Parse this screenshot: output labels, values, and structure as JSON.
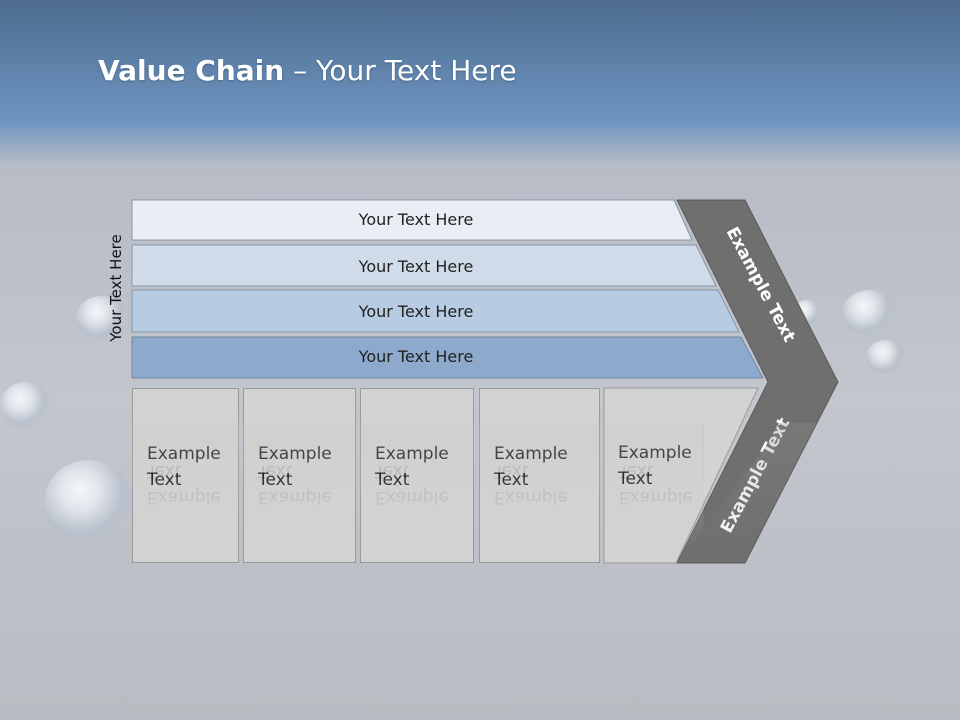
{
  "title": {
    "bold": "Value Chain",
    "rest": " – Your Text Here"
  },
  "side_label": "Your Text Here",
  "bars": [
    "Your Text Here",
    "Your Text Here",
    "Your Text Here",
    "Your Text Here"
  ],
  "boxes": [
    {
      "line1": "Example",
      "line2": "Text"
    },
    {
      "line1": "Example",
      "line2": "Text"
    },
    {
      "line1": "Example",
      "line2": "Text"
    },
    {
      "line1": "Example",
      "line2": "Text"
    },
    {
      "line1": "Example",
      "line2": "Text"
    }
  ],
  "chevron": {
    "upper": "Example Text",
    "lower": "Example Text"
  },
  "colors": {
    "bar1": "#e9eef5",
    "bar2": "#d0dce9",
    "bar3": "#b7cbe2",
    "bar4": "#8da9cc",
    "chevron": "#6f6f6f",
    "box": "#d3d3d3",
    "title_band": "#5f86b3"
  }
}
